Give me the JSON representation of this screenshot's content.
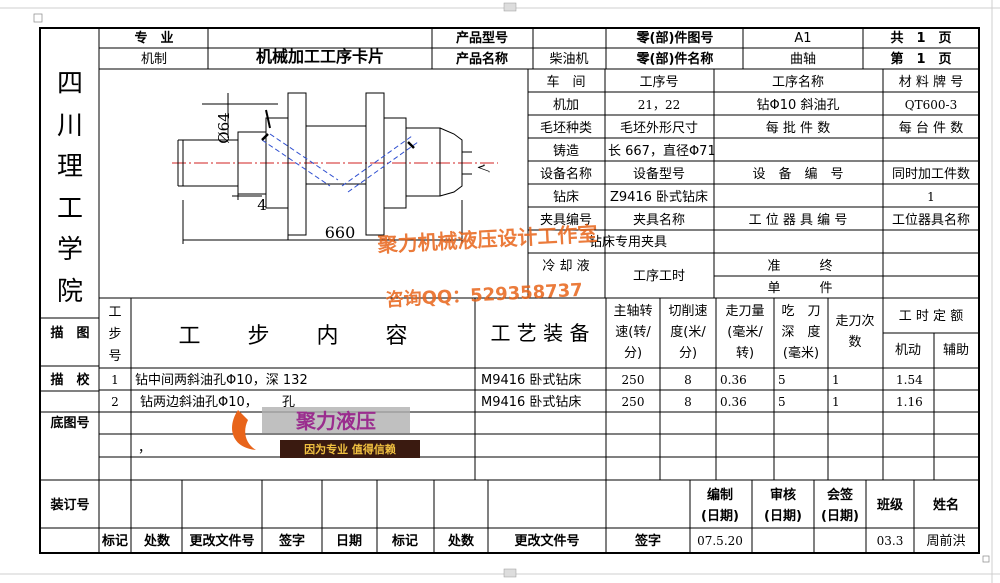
{
  "header": {
    "major_label": "专　业",
    "major_value": "机制",
    "card_title": "机械加工工序卡片",
    "product_model_label": "产品型号",
    "product_name_label": "产品名称",
    "product_name_value": "柴油机",
    "part_no_label": "零(部)件图号",
    "part_no_value": "A1",
    "part_name_label": "零(部)件名称",
    "part_name_value": "曲轴",
    "total_pages": "共　1　页",
    "page_no": "第　1　页"
  },
  "school": [
    "四",
    "川",
    "理",
    "工",
    "学",
    "院"
  ],
  "process": {
    "workshop_label": "车　间",
    "workshop_value": "机加",
    "op_no_label": "工序号",
    "op_no_value": "21，22",
    "op_name_label": "工序名称",
    "op_name_value": "钻Φ10 斜油孔",
    "material_label": "材 料 牌 号",
    "material_value": "QT600-3",
    "blank_type_label": "毛坯种类",
    "blank_type_value": "铸造",
    "blank_size_label": "毛坯外形尺寸",
    "blank_size_value": "长 667，直径Φ71",
    "per_batch_label": "每 批 件 数",
    "per_unit_label": "每 台 件 数",
    "equip_name_label": "设备名称",
    "equip_name_value": "钻床",
    "equip_model_label": "设备型号",
    "equip_model_value": "Z9416 卧式钻床",
    "equip_no_label": "设　备　编　号",
    "simul_label": "同时加工件数",
    "simul_value": "1",
    "fixture_no_label": "夹具编号",
    "fixture_name_label": "夹具名称",
    "fixture_name_value": "钻床专用夹具",
    "station_no_label": "工 位 器 具 编 号",
    "station_name_label": "工位器具名称",
    "coolant_label": "冷 却 液",
    "op_time_label": "工序工时",
    "quasi_end_label": "准　　　终",
    "unit_label": "单　　　件"
  },
  "drawing": {
    "dim_diameter": "Ø64",
    "dim_small": "4",
    "dim_length": "660",
    "roughness_mark": "√"
  },
  "steps_header": {
    "step_no": [
      "工",
      "步",
      "号"
    ],
    "content": "工 步 内 容",
    "equipment": "工 艺 装 备",
    "spindle_speed": [
      "主轴转",
      "速(转/",
      "分)"
    ],
    "cutting_speed": [
      "切削速",
      "度(米/",
      "分)"
    ],
    "feed": [
      "走刀量",
      "(毫米/",
      "转)"
    ],
    "depth": [
      "吃　刀",
      "深　度",
      "(毫米)"
    ],
    "passes": [
      "走刀次",
      "数"
    ],
    "time_quota": "工 时 定 额",
    "machine_time": "机动",
    "aux_time": "辅助"
  },
  "left_labels": {
    "trace": "描　图",
    "check": "描　校",
    "base_no": "底图号",
    "binding_no": "装订号"
  },
  "steps": [
    {
      "no": "1",
      "content": "钻中间两斜油孔Φ10，深 132",
      "equip": "M9416 卧式钻床",
      "speed": "250",
      "cut_speed": "8",
      "feed": "0.36",
      "depth": "5",
      "passes": "1",
      "machine": "1.54",
      "aux": ""
    },
    {
      "no": "2",
      "content": "钻两边斜油孔Φ10，",
      "content2": "孔",
      "equip": "M9416 卧式钻床",
      "speed": "250",
      "cut_speed": "8",
      "feed": "0.36",
      "depth": "5",
      "passes": "1",
      "machine": "1.16",
      "aux": ""
    }
  ],
  "footer": {
    "compile": [
      "编制",
      "(日期)"
    ],
    "review": [
      "审核",
      "(日期)"
    ],
    "sign": [
      "会签",
      "(日期)"
    ],
    "class_label": "班级",
    "name_label": "姓名",
    "class_value": "03.3",
    "name_value": "周前洪",
    "date_value": "07.5.20",
    "mark": "标记",
    "count": "处数",
    "change_doc": "更改文件号",
    "signature": "签字",
    "date": "日期"
  },
  "watermark": {
    "line1": "聚力机械液压设计工作室",
    "line2": "咨询QQ：529358737",
    "logo_text": "聚力液压",
    "logo_sub": "因为专业 值得信赖"
  },
  "stray": {
    "comma": "，"
  }
}
